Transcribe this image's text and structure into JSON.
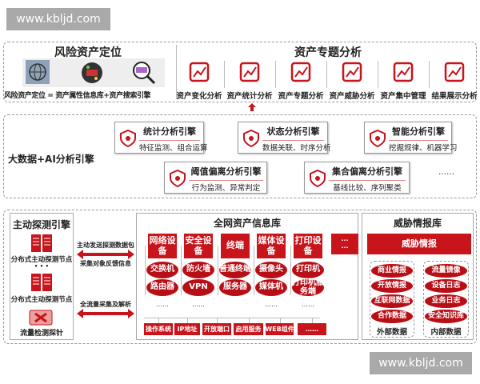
{
  "watermark": "www.kbljd.com",
  "risk": {
    "title": "风险资产定位",
    "caption": "风险资产定位 = 资产属性信息库+资产搜索引擎",
    "icons": [
      "globe-icon",
      "data-sphere-icon",
      "magnifier-icon"
    ]
  },
  "topic": {
    "title": "资产专题分析",
    "items": [
      {
        "label": "资产变化分析",
        "icon": "bar-chart-icon"
      },
      {
        "label": "资产统计分析",
        "icon": "presenter-icon"
      },
      {
        "label": "资产专题分析",
        "icon": "clipboard-icon"
      },
      {
        "label": "资产威胁分析",
        "icon": "hazard-icon"
      },
      {
        "label": "资产集中管理",
        "icon": "gear-cycle-icon"
      },
      {
        "label": "结果展示分析",
        "icon": "monitor-chart-icon"
      }
    ]
  },
  "engine": {
    "title": "大数据+AI分析引擎",
    "more": "……",
    "items": [
      {
        "title": "统计分析引擎",
        "sub": "特征监测、组合运算",
        "icon": "shield-lock-icon"
      },
      {
        "title": "状态分析引擎",
        "sub": "数据关联、时序分析",
        "icon": "shield-user-icon"
      },
      {
        "title": "智能分析引擎",
        "sub": "挖掘规律、机器学习",
        "icon": "brain-head-icon"
      },
      {
        "title": "阈值偏离分析引擎",
        "sub": "行为监测、异常判定",
        "icon": "search-trend-icon"
      },
      {
        "title": "集合偏离分析引擎",
        "sub": "基线比较、序列聚类",
        "icon": "form-user-icon"
      }
    ]
  },
  "probe": {
    "title": "主动探测引擎",
    "node1": "分布式主动探测节点",
    "dots": "• • •",
    "node2": "分布式主动探测节点",
    "sensor": "流量检测探针"
  },
  "arrows": {
    "send": "主动发送探测数据包",
    "feedback": "采集对象反馈信息",
    "traffic": "全流量采集及解析"
  },
  "assets": {
    "title": "全网资产信息库",
    "columns": [
      {
        "head": "网络设备",
        "items": [
          "交换机",
          "路由器"
        ],
        "dots": "……"
      },
      {
        "head": "安全设备",
        "items": [
          "防火墙",
          "VPN"
        ],
        "dots": "……"
      },
      {
        "head": "终端",
        "items": [
          "普通终端",
          "服务器"
        ],
        "dots": ""
      },
      {
        "head": "媒体设备",
        "items": [
          "摄像头",
          "媒体机"
        ],
        "dots": "……"
      },
      {
        "head": "打印设备",
        "items": [
          "打印机",
          "打印机服务端"
        ],
        "dots": "……"
      }
    ],
    "more_head": "···\n···",
    "attributes": [
      "操作系统",
      "IP地址",
      "开放端口",
      "启用服务",
      "WEB组件",
      "……"
    ]
  },
  "threat": {
    "title": "威胁情报库",
    "band": "威胁情报",
    "external": {
      "label": "外部数据",
      "items": [
        "商业情报",
        "开放情报",
        "互联网数据",
        "合作数据"
      ]
    },
    "internal": {
      "label": "内部数据",
      "items": [
        "流量镜像",
        "设备日志",
        "业务日志",
        "安全知识库"
      ]
    }
  },
  "colors": {
    "accent": "#c8141b"
  }
}
